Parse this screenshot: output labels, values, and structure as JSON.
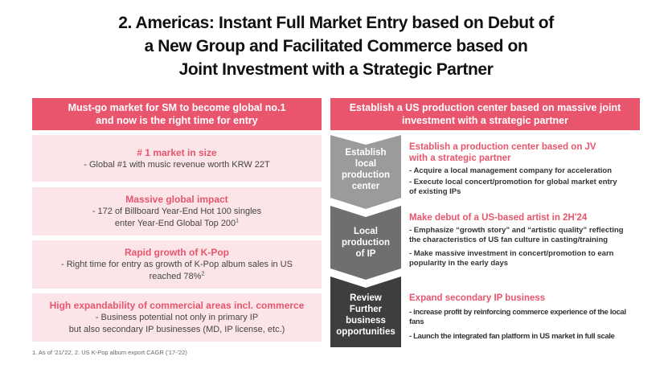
{
  "title": {
    "line1": "2. Americas: Instant Full Market Entry based on Debut of",
    "line2": "a New Group and Facilitated Commerce based on",
    "line3": "Joint Investment with a Strategic Partner"
  },
  "left": {
    "header_line1": "Must-go market for SM to become global no.1",
    "header_line2": "and now is the right time for entry",
    "boxes": [
      {
        "heading": "# 1 market in size",
        "lines": [
          "- Global #1 with music revenue worth KRW 22T"
        ]
      },
      {
        "heading": "Massive global impact",
        "lines": [
          "- 172 of Billboard Year-End Hot 100 singles",
          "enter Year-End Global Top 200"
        ],
        "sup": "1"
      },
      {
        "heading": "Rapid growth of K-Pop",
        "lines": [
          "- Right time for entry as growth of K-Pop album sales in US",
          "reached 78%"
        ],
        "sup": "2"
      },
      {
        "heading": "High expandability of commercial areas incl. commerce",
        "lines": [
          "-   Business potential not only in primary IP",
          "but also secondary IP businesses (MD, IP license, etc.)"
        ]
      }
    ],
    "footnote": "1. As of '21/'22, 2. US K-Pop album export CAGR ('17-'22)"
  },
  "right": {
    "header_line1": "Establish a US production center based on massive joint",
    "header_line2": "investment with a strategic partner",
    "steps": [
      {
        "label_lines": [
          "Establish",
          "local",
          "production",
          "center"
        ],
        "color": "#9b9b9b"
      },
      {
        "label_lines": [
          "Local",
          "production",
          "of IP"
        ],
        "color": "#6f6f6f"
      },
      {
        "label_lines": [
          "Review",
          "Further",
          "business",
          "opportunities"
        ],
        "color": "#3e3e3e"
      }
    ],
    "sections": [
      {
        "heading_lines": [
          "Establish a production center based on JV",
          "with a strategic partner"
        ],
        "bullets": [
          [
            "- Acquire a local management company for acceleration"
          ],
          [
            "- Execute local concert/promotion for global market entry",
            "of existing IPs"
          ]
        ]
      },
      {
        "heading_lines": [
          "Make debut of a US-based artist in 2H'24"
        ],
        "bullets": [
          [
            "- Emphasize “growth story” and “artistic quality” reflecting",
            "the characteristics of US fan culture in casting/training"
          ],
          [
            "- Make massive investment in concert/promotion to earn",
            "popularity in the early days"
          ]
        ]
      },
      {
        "heading_lines": [
          "Expand secondary IP business"
        ],
        "bullets": [
          [
            "- increase profit by reinforcing commerce experience of the local fans"
          ],
          [
            "- Launch the integrated fan platform in US market in full scale"
          ]
        ]
      }
    ]
  },
  "colors": {
    "accent": "#e8556c",
    "accent_light": "#fbe5e9"
  }
}
